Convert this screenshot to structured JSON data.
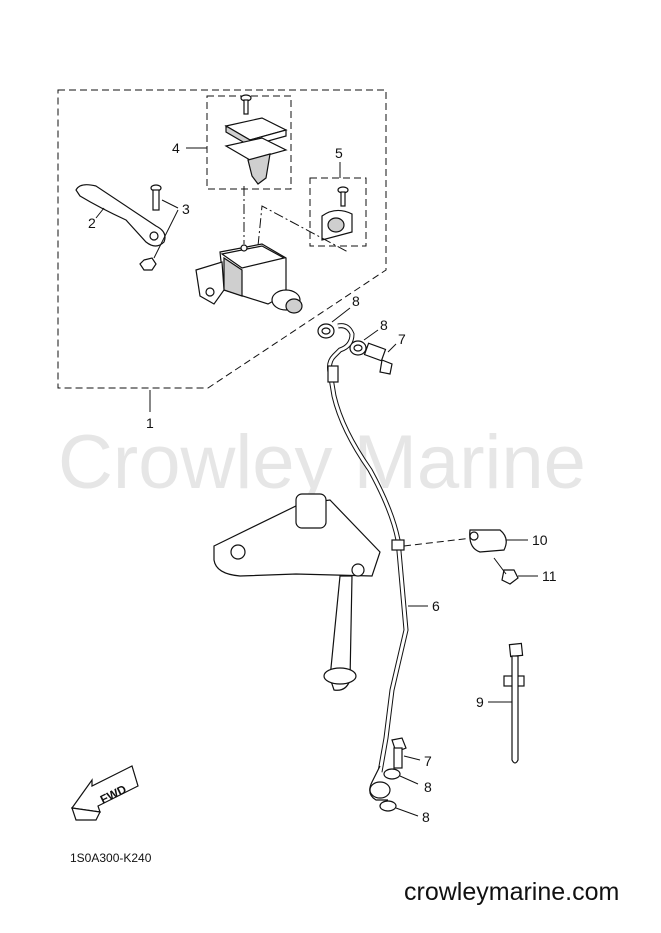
{
  "watermark": "Crowley Marine",
  "diagram_code": "1S0A300-K240",
  "site": "crowleymarine.com",
  "fwd_label": "FWD",
  "callouts": {
    "c1": "1",
    "c2": "2",
    "c3": "3",
    "c4": "4",
    "c5": "5",
    "c6": "6",
    "c7a": "7",
    "c7b": "7",
    "c8a": "8",
    "c8b": "8",
    "c8c": "8",
    "c8d": "8",
    "c9": "9",
    "c10": "10",
    "c11": "11"
  }
}
